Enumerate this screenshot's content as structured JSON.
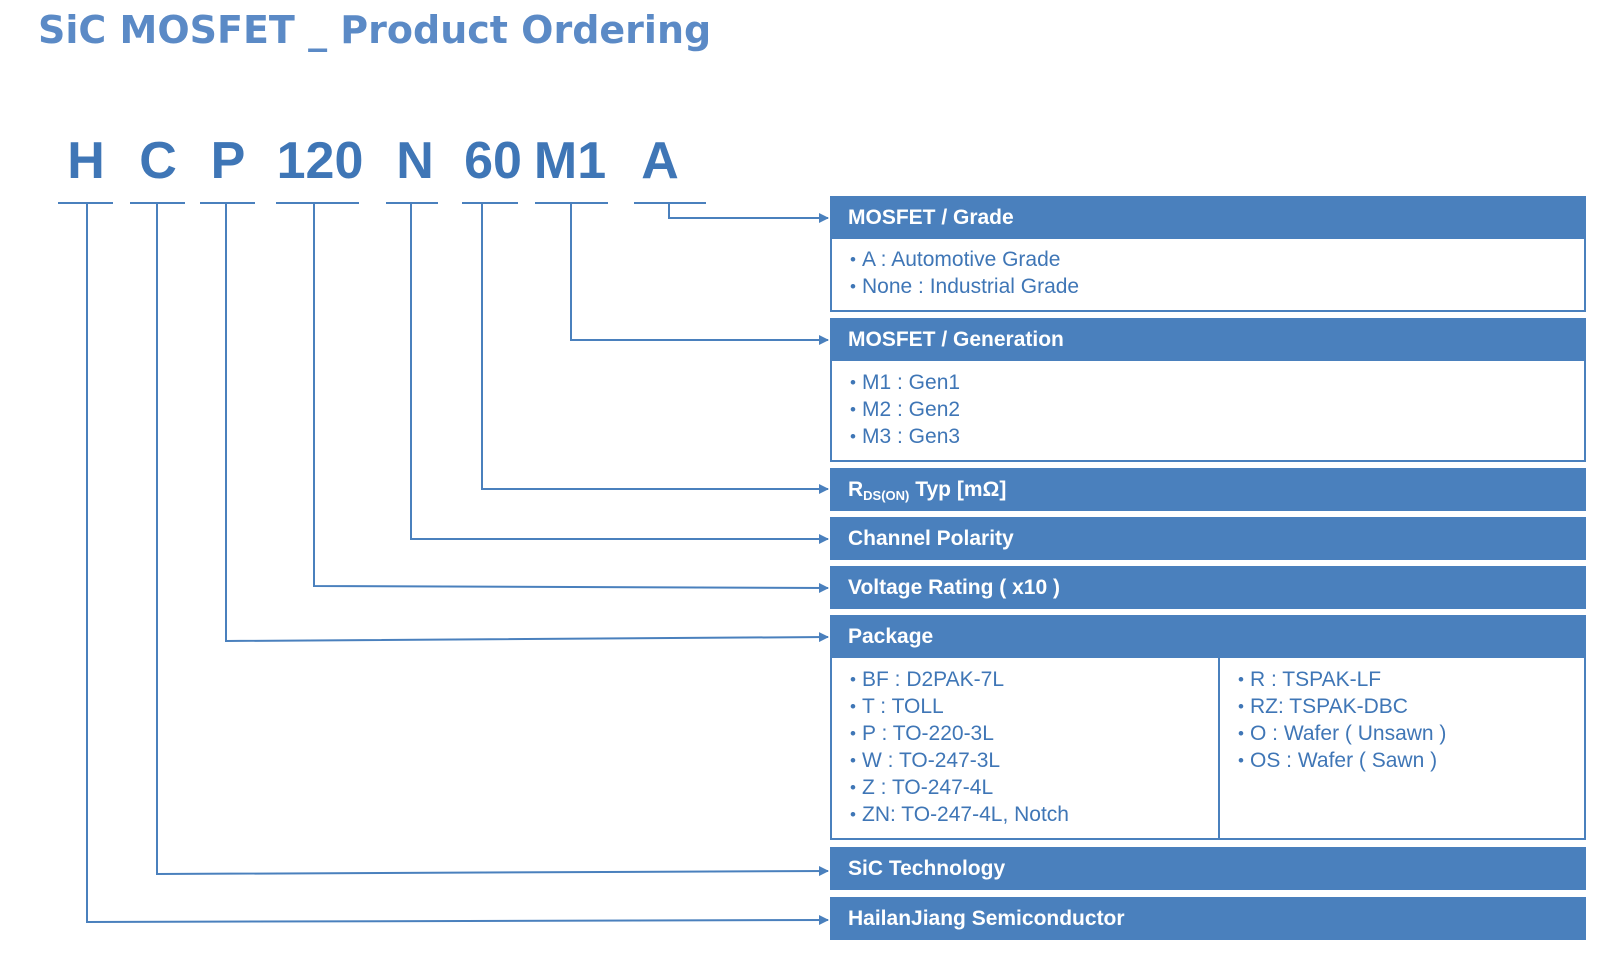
{
  "title": "SiC MOSFET _ Product Ordering",
  "code": [
    "H",
    "C",
    "P",
    "120",
    "N",
    "60",
    "M1",
    "A"
  ],
  "sections": {
    "grade": {
      "title": "MOSFET / Grade",
      "items": [
        "A : Automotive Grade",
        "None : Industrial Grade"
      ]
    },
    "generation": {
      "title": "MOSFET / Generation",
      "items": [
        "M1 : Gen1",
        "M2 : Gen2",
        "M3 : Gen3"
      ]
    },
    "rdson": {
      "title_main": "R",
      "title_sub": "DS(ON)",
      "title_rest": " Typ [mΩ]"
    },
    "polarity": {
      "title": "Channel Polarity"
    },
    "voltage": {
      "title": "Voltage Rating ( x10 )"
    },
    "package": {
      "title": "Package",
      "items_left": [
        "BF : D2PAK-7L",
        "T : TOLL",
        "P  : TO-220-3L",
        "W : TO-247-3L",
        "Z  : TO-247-4L",
        "ZN: TO-247-4L, Notch"
      ],
      "items_right": [
        "R : TSPAK-LF",
        "RZ: TSPAK-DBC",
        "O : Wafer ( Unsawn )",
        "OS : Wafer ( Sawn )"
      ]
    },
    "technology": {
      "title": "SiC Technology"
    },
    "manufacturer": {
      "title": "HailanJiang Semiconductor"
    }
  },
  "colors": {
    "accent": "#4a80bd",
    "text": "#3f76b6",
    "title": "#5b8ac6"
  }
}
